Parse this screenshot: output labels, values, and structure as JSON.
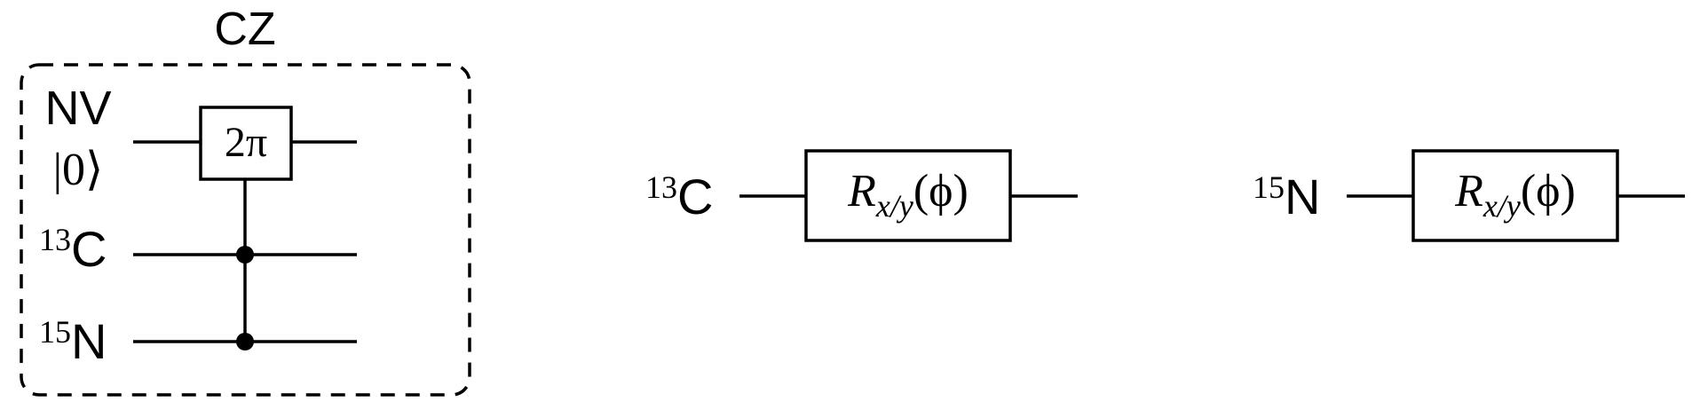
{
  "cz_panel": {
    "title": "CZ",
    "qubits": [
      {
        "name": "NV",
        "state": "|0⟩"
      },
      {
        "mass_number": "13",
        "element": "C"
      },
      {
        "mass_number": "15",
        "element": "N"
      }
    ],
    "gate_label": "2π"
  },
  "rotation_panels": [
    {
      "mass_number": "13",
      "element": "C",
      "gate": {
        "symbol": "R",
        "subscript": "x/y",
        "argument": "(ϕ)"
      }
    },
    {
      "mass_number": "15",
      "element": "N",
      "gate": {
        "symbol": "R",
        "subscript": "x/y",
        "argument": "(ϕ)"
      }
    }
  ]
}
